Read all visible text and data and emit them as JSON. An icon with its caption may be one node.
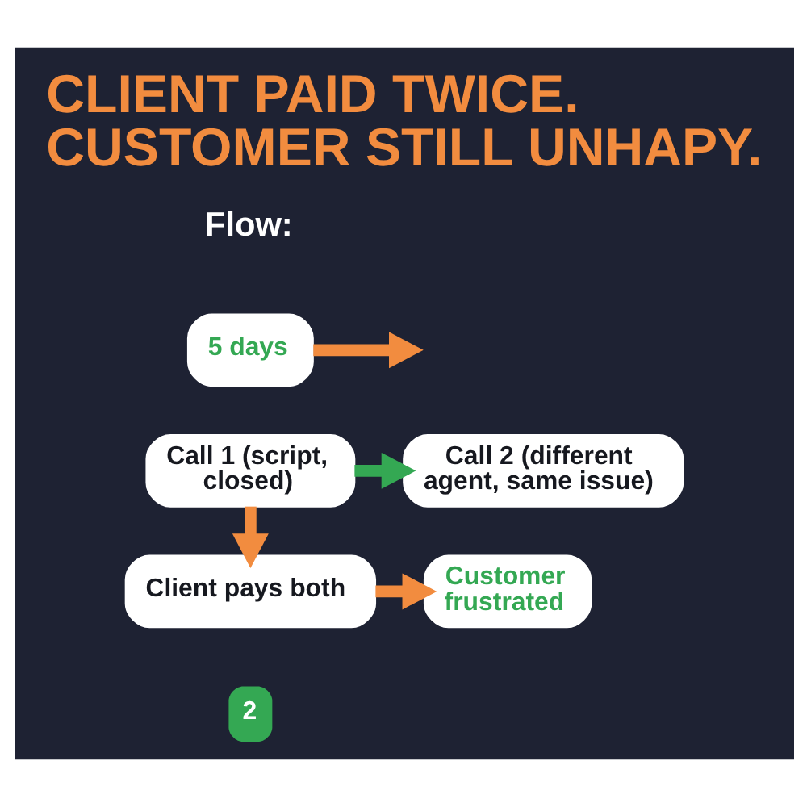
{
  "diagram": {
    "title": "CLIENT PAID TWICE. CUSTOMER STILL UNHAPY.",
    "nodes": [
      {
        "text": [
          "5 days"
        ]
      },
      {
        "text": [
          "Call 1 (script, closed)"
        ]
      },
      {
        "text": [
          "Call 2 (different agent, same issue)"
        ]
      },
      {
        "text": [
          "Client pays both"
        ]
      },
      {
        "text": [
          "Customer frustrated"
        ]
      }
    ],
    "edges": [
      {
        "from": 0,
        "to": null,
        "arrow": "to"
      },
      {
        "from": 1,
        "to": 2,
        "arrow": "to",
        "color": "#34a853"
      },
      {
        "from": 1,
        "to": 3,
        "arrow": "to"
      },
      {
        "from": 3,
        "to": 4,
        "arrow": "to"
      }
    ],
    "labels": [
      "Flow:",
      "2"
    ]
  }
}
